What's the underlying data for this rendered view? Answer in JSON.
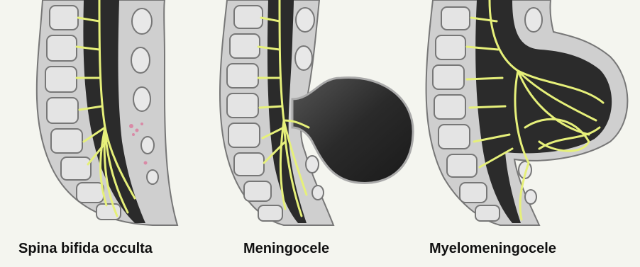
{
  "panels": [
    {
      "label": "Spina bifida occulta"
    },
    {
      "label": "Meningocele"
    },
    {
      "label": "Myelomeningocele"
    }
  ],
  "colors": {
    "background": "#f4f5ef",
    "bone": "#dcdcdc",
    "bone_outline": "#7a7a7a",
    "canal": "#2b2b2b",
    "sac": "#2f2f2f",
    "nerve": "#e6f07a",
    "skin": "#bdbdbd",
    "lesion": "#d98aa6"
  }
}
